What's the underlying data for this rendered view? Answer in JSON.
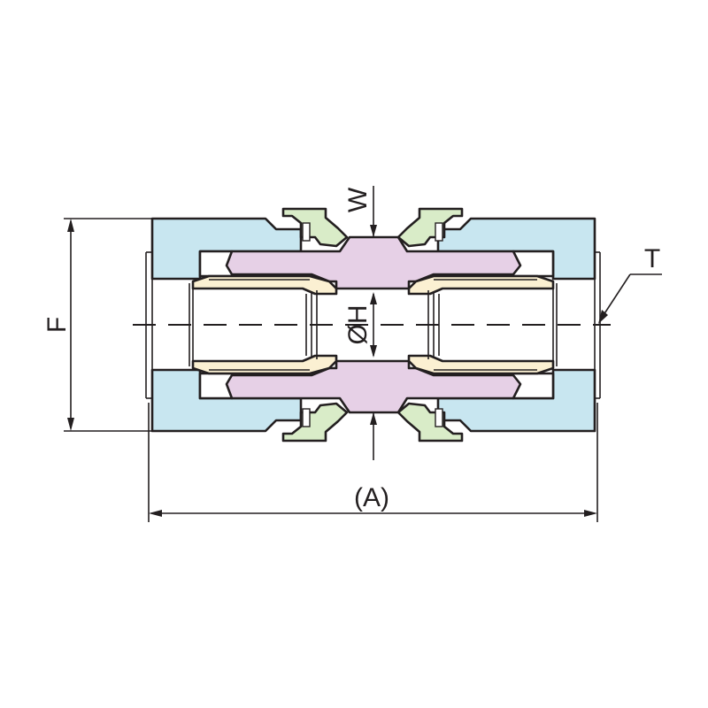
{
  "labels": {
    "width_flats": "F",
    "hose_dia": "ØH",
    "wall": "W",
    "thread": "T",
    "overall_length": "(A)"
  },
  "colors": {
    "nut": "#c8e6f0",
    "body": "#e6d0e6",
    "sleeve": "#fbf0d2",
    "ring": "#d9ecc8",
    "line": "#231f20",
    "background": "#ffffff"
  }
}
